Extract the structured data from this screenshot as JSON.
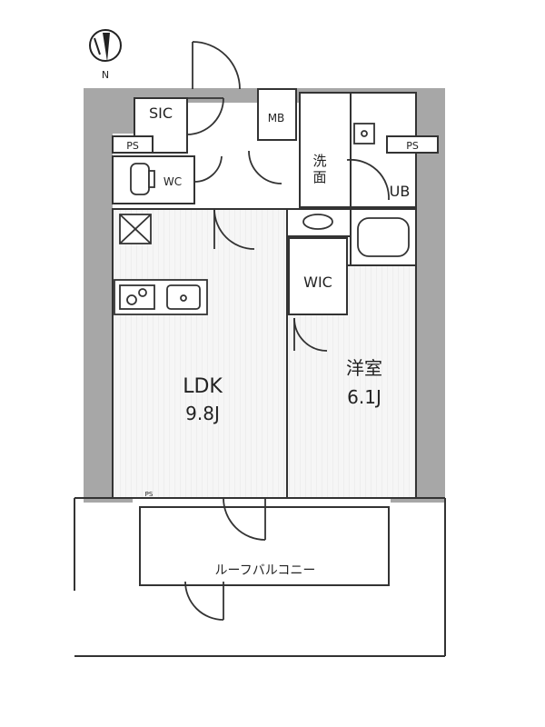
{
  "compass": {
    "north_label": "N"
  },
  "rooms": {
    "sic": "SIC",
    "mb": "MB",
    "wash": "洗\n面",
    "ps_left": "PS",
    "ps_right": "PS",
    "ps_bottom": "PS",
    "wc": "WC",
    "ub": "UB",
    "wic": "WIC",
    "ldk": "LDK",
    "ldk_area": "9.8J",
    "bedroom": "洋室",
    "bedroom_area": "6.1J",
    "balcony": "ルーフバルコニー"
  },
  "colors": {
    "wall": "#a7a7a7",
    "line": "#333333",
    "floor": "#f4f4f4"
  }
}
